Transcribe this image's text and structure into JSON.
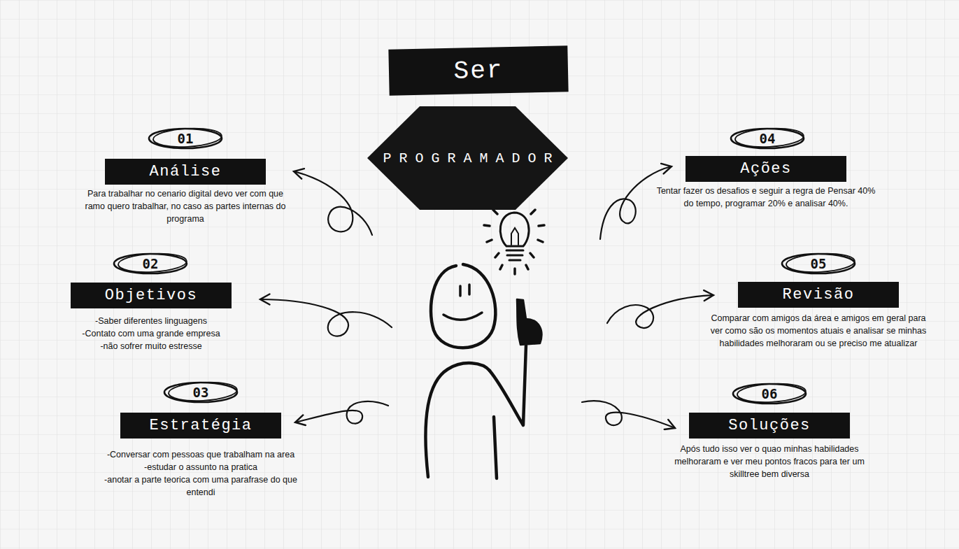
{
  "diagram": {
    "nodes": [
      {
        "text": [
          "Ser"
        ]
      },
      {
        "text": [
          "PROGRAMADOR"
        ]
      },
      {
        "text": [
          "01"
        ]
      },
      {
        "text": [
          "Análise",
          "Para trabalhar no cenario digital devo ver com que ramo quero trabalhar, no caso as partes internas do programa"
        ]
      },
      {
        "text": [
          "02"
        ]
      },
      {
        "text": [
          "Objetivos",
          "-Saber diferentes linguagens",
          "-Contato com uma grande empresa",
          "-não sofrer muito estresse"
        ]
      },
      {
        "text": [
          "03"
        ]
      },
      {
        "text": [
          "Estratégia",
          "-Conversar com pessoas que trabalham na area",
          "-estudar o assunto na pratica",
          "-anotar a parte teorica com uma parafrase do que entendi"
        ]
      },
      {
        "text": [
          "04"
        ]
      },
      {
        "text": [
          "Ações",
          "Tentar fazer os desafios e seguir a regra de Pensar 40% do tempo, programar 20% e analisar 40%."
        ]
      },
      {
        "text": [
          "05"
        ]
      },
      {
        "text": [
          "Revisão",
          "Comparar com amigos da área e amigos em geral para ver como são os momentos atuais e analisar se minhas habilidades melhoraram ou se preciso me atualizar"
        ]
      },
      {
        "text": [
          "06"
        ]
      },
      {
        "text": [
          "Soluções",
          "Após tudo isso ver o quao minhas habilidades melhoraram e ver meu pontos fracos para ter um skilltree bem diversa"
        ]
      }
    ]
  }
}
